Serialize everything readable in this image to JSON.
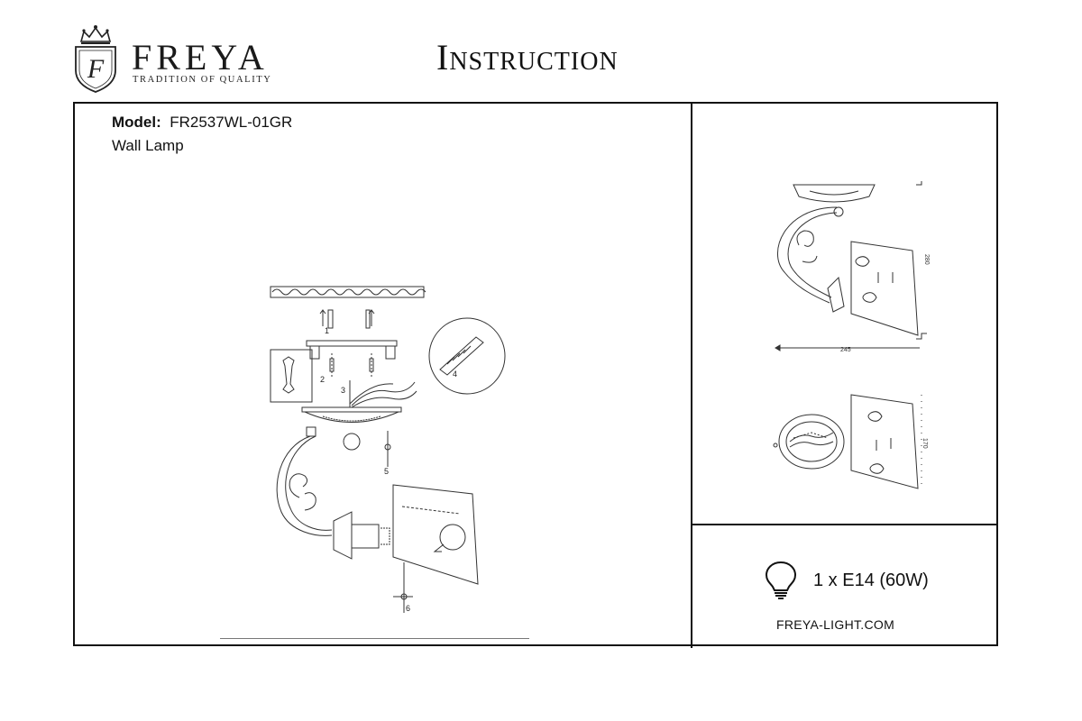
{
  "header": {
    "brand_name": "FREYA",
    "brand_tagline": "TRADITION OF QUALITY",
    "crest_letter": "F",
    "title": "Instruction"
  },
  "product": {
    "model_label": "Model:",
    "model_number": "FR2537WL-01GR",
    "type": "Wall Lamp"
  },
  "assembly_steps": [
    "1",
    "2",
    "3",
    "4",
    "5",
    "6"
  ],
  "dimensions": {
    "height": "280",
    "width": "245",
    "depth": "170"
  },
  "bulb": {
    "icon": "light-bulb-icon",
    "spec": "1 x E14 (60W)"
  },
  "website": "FREYA-LIGHT.COM"
}
